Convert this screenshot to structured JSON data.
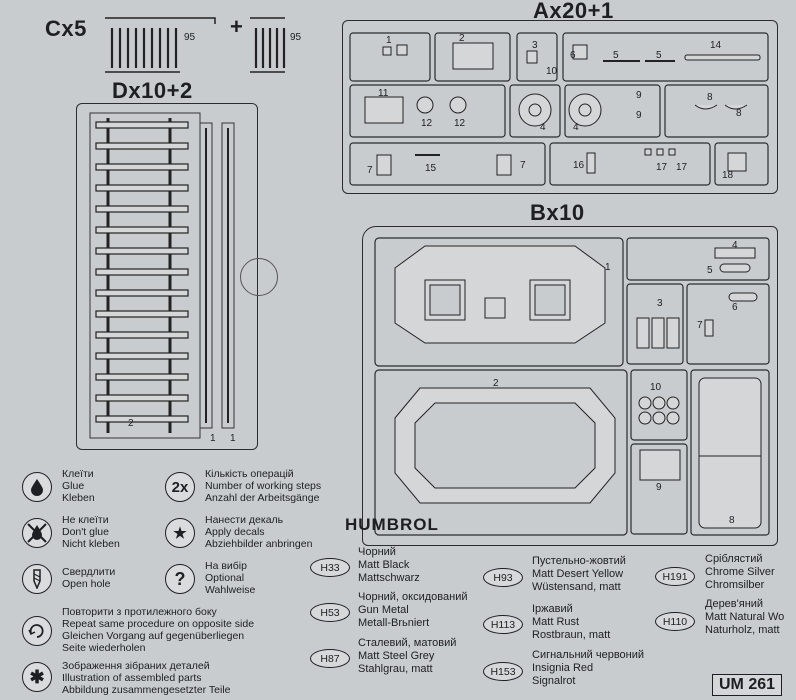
{
  "sprues": {
    "c_label": "Cx5",
    "c_plus": "+",
    "c_num_a": "95",
    "c_num_b": "95",
    "d_label": "Dx10+2",
    "a_label": "Ax20+1",
    "b_label": "Bx10"
  },
  "d_parts": {
    "p2": "2",
    "p1a": "1",
    "p1b": "1"
  },
  "a_parts": {
    "r1": [
      "1",
      "2",
      "3",
      "10",
      "6",
      "5",
      "5",
      "14"
    ],
    "r2": [
      "11",
      "12",
      "12",
      "4",
      "4",
      "9",
      "9",
      "8",
      "8"
    ],
    "r3": [
      "7",
      "15",
      "7",
      "16",
      "17",
      "17",
      "18"
    ]
  },
  "b_parts": {
    "n1": "1",
    "n2": "2",
    "n3": "3",
    "n4": "4",
    "n5": "5",
    "n6": "6",
    "n7": "7",
    "n8": "8",
    "n9": "9",
    "n10": "10"
  },
  "legend": [
    {
      "icon": "glue-drop-icon",
      "lines": [
        "Клеїти",
        "Glue",
        "Kleben"
      ]
    },
    {
      "icon": "repeat-2x-icon",
      "lines": [
        "Кількість операцій",
        "Number of working steps",
        "Anzahl der Arbeitsgänge"
      ]
    },
    {
      "icon": "no-glue-icon",
      "lines": [
        "Не клеїти",
        "Don't glue",
        "Nicht kleben"
      ]
    },
    {
      "icon": "decal-icon",
      "lines": [
        "Нанести декаль",
        "Apply decals",
        "Abziehbilder anbringen"
      ]
    },
    {
      "icon": "drill-icon",
      "lines": [
        "Свердлити",
        "Open hole"
      ]
    },
    {
      "icon": "optional-icon",
      "lines": [
        "На вибір",
        "Optional",
        "Wahlweise"
      ]
    },
    {
      "icon": "repeat-side-icon",
      "lines": [
        "Повторити з протилежного боку",
        "Repeat same procedure on opposite side",
        "Gleichen Vorgang auf gegenüberliegen",
        "Seite wiederholen"
      ]
    },
    {
      "icon": "assembled-icon",
      "lines": [
        "Зображення зібраних деталей",
        "Illustration of assembled parts",
        "Abbildung zusammengesetzter Teile"
      ]
    }
  ],
  "legend_icon_glyphs": {
    "repeat": "2x",
    "optional": "?",
    "assembled": "✱",
    "decal": "★"
  },
  "humbrol": {
    "title": "HUMBROL",
    "paints": [
      {
        "code": "H33",
        "lines": [
          "Чорний",
          "Matt Black",
          "Mattschwarz"
        ]
      },
      {
        "code": "H93",
        "lines": [
          "Пустельно-жовтий",
          "Matt Desert Yellow",
          "Wüstensand, matt"
        ]
      },
      {
        "code": "H191",
        "lines": [
          "Сріблястий",
          "Chrome Silver",
          "Chromsilber"
        ]
      },
      {
        "code": "H53",
        "lines": [
          "Чорний, оксидований",
          "Gun Metal",
          "Metall-Вrьniert"
        ]
      },
      {
        "code": "H113",
        "lines": [
          "Іржавий",
          "Matt Rust",
          "Rostbraun, matt"
        ]
      },
      {
        "code": "H110",
        "lines": [
          "Дерев'яний",
          "Matt Natural Wo",
          "Naturholz, matt"
        ]
      },
      {
        "code": "H87",
        "lines": [
          "Сталевий, матовий",
          "Matt Steel Grey",
          "Stahlgrau, matt"
        ]
      },
      {
        "code": "H153",
        "lines": [
          "Сигнальний червоний",
          "Insignia Red",
          "Signalrot"
        ]
      }
    ]
  },
  "product_code": "UM 261"
}
